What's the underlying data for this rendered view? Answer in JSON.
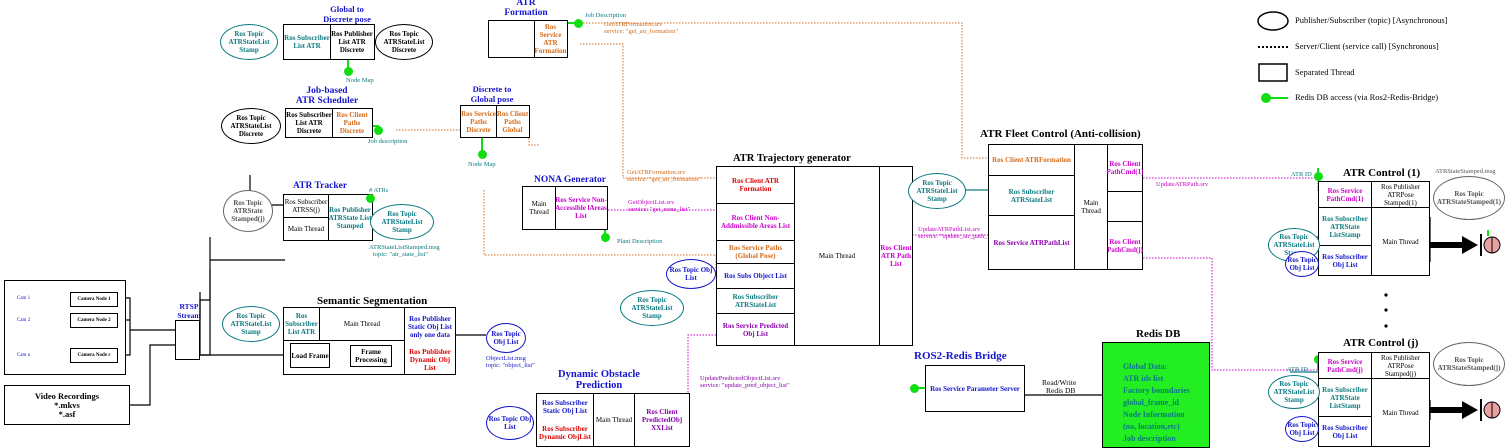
{
  "legend": {
    "pubsub": "Publisher/Subscriber (topic) [Asynchronous]",
    "service": "Server/Client (service call) [Synchronous]",
    "thread": "Separated Thread",
    "redis": "Redis DB access (via Ros2-Redis-Bridge)"
  },
  "global_to_discrete": {
    "title_1": "Global to",
    "title_2": "Discrete pose",
    "topic_in": "Ros Topic ATRStateList Stamp",
    "sub": "Ros Subscriber List ATR",
    "pub": "Ros Publisher List ATR Discrete",
    "topic_out": "Ros Topic ATRStateList Discrete",
    "node_map": "Node Map"
  },
  "job_scheduler": {
    "title_1": "Job-based",
    "title_2": "ATR Scheduler",
    "topic": "Ros Topic ATRStateList Discrete",
    "sub": "Ros Subscriber List ATR Discrete",
    "client": "Ros Client Paths Discrete",
    "job_description": "Job description"
  },
  "discrete_to_global": {
    "title_1": "Discrete to",
    "title_2": "Global pose",
    "service": "Ros Service Paths Discrete",
    "client": "Ros Client Paths Global",
    "node_map": "Node Map"
  },
  "atr_formation": {
    "title_1": "ATR",
    "title_2": "Formation",
    "service": "Ros Service ATR Formation",
    "job_description": "Job Description",
    "srv_1": "GetATRFormation.srv",
    "srv_2": "service: \"get_atr_formation\""
  },
  "atr_tracker": {
    "title": "ATR Tracker",
    "topic_in": "Ros Topic ATRState Stamped(j)",
    "sub": "Ros Subscriber ATRSS(j)",
    "main": "Main Thread",
    "pub": "Ros Publisher ATRState List Stamped",
    "topic_out": "Ros Topic ATRStateList Stamp",
    "atrs": "# ATRs",
    "msg_1": "ATRStateListStamped.msg",
    "msg_2": "topic: \"atr_state_list\""
  },
  "nona": {
    "title": "NONA Generator",
    "main": "Main Thread",
    "service": "Ros Service Non-Accessible lAreas List",
    "plant": "Plant Description",
    "srv_1": "GetObjectList.srv",
    "srv_2": "service: \"get_nona_list\""
  },
  "trajectory": {
    "title": "ATR Trajectory generator",
    "client_formation": "Ros Client ATR Formation",
    "client_nona": "Ros Client Non-Addmissible Areas List",
    "service_paths": "Ros Service Paths (Global Pose)",
    "subs_obj": "Ros Subs Object List",
    "sub_state": "Ros Subscriber ATRStateList",
    "service_pred": "Ros Service Predicted Obj List",
    "main": "Main Thread",
    "client_path": "Ros Client ATR Path List",
    "topic_obj": "Ros Topic Obj List",
    "topic_state": "Ros Topic ATRStateList Stamp",
    "formation_srv_1": "GetATRFormation.srv",
    "formation_srv_2": "service: \"get_atr_formation\"",
    "update_srv_1": "UpdateATRPathList.srv",
    "update_srv_2": "service: \"update_atr_path_list\""
  },
  "fleet": {
    "title": "ATR Fleet Control (Anti-collision)",
    "client_formation": "Ros Client ATRFormation",
    "sub_state": "Ros Subscriber ATRStateList",
    "service_path": "Ros Service ATRPathList",
    "main": "Main Thread",
    "client_1": "Ros Client PathCmd(1)",
    "client_j": "Ros Client PathCmd(j)",
    "topic": "Ros Topic ATRStateList Stamp",
    "update_srv": "UpdateATRPath.srv"
  },
  "atr_control_1": {
    "title": "ATR Control (1)",
    "atr_id": "ATR ID",
    "service": "Ros Service PathCmd(1)",
    "pub": "Ros Publisher ATRPose Stamped(1)",
    "sub_state": "Ros Subscriber ATRState ListStamp",
    "main": "Main Thread",
    "sub_obj": "Ros Subscriber Obj List",
    "topic_state": "Ros Topic ATRStateList Stamp",
    "topic_obj": "Ros Topic Obj List",
    "topic_out": "Ros Topic ATRStateStamped(1)",
    "msg": "ATRStateStamped.msg"
  },
  "atr_control_j": {
    "title": "ATR Control (j)",
    "atr_id": "ATR ID",
    "service": "Ros Service PathCmd(j)",
    "pub": "Ros Publisher ATRPose Stamped(j)",
    "sub_state": "Ros Subscriber ATRState ListStamp",
    "main": "Main Thread",
    "sub_obj": "Ros Subscriber Obj List",
    "topic_state": "Ros Topic ATRStateList Stamp",
    "topic_obj": "Ros Topic Obj List",
    "topic_out": "Ros Topic ATRStateStamped(j)"
  },
  "semantic": {
    "title": "Semantic Segmentation",
    "topic_in": "Ros Topic ATRStateList Stamp",
    "sub": "Ros Subscriber List ATR",
    "main": "Main Thread",
    "pub": "Ros Publisher Static Obj List only one data",
    "pub_dyn": "Ros Publisher Dynamic Obj List",
    "load": "Load Frame",
    "frame": "Frame Processing",
    "topic_out": "Ros Topic Obj List",
    "msg_1": "ObjectList.msg",
    "msg_2": "topic: \"object_list\""
  },
  "rtsp": {
    "title_1": "RTSP",
    "title_2": "Stream",
    "cams": [
      "Cam 1",
      "Cam 2",
      "Cam n"
    ],
    "nodes": [
      "Camera Node 1",
      "Camera Node 2",
      "Camera Node r"
    ],
    "video_1": "Video Recordings",
    "video_2": "*.mkvs",
    "video_3": "*.asf"
  },
  "dop": {
    "title_1": "Dynamic Obstacle",
    "title_2": "Prediction",
    "topic": "Ros Topic Obj List",
    "sub_static": "Ros Subscriber Static Obj List",
    "sub_dyn": "Ros Subscriber Dynamic ObjList",
    "main": "Main Thread",
    "client": "Ros Client PredictedObj XXList",
    "srv_1": "UpdatePredictedObjectList.srv",
    "srv_2": "service: \"update_pred_object_list\""
  },
  "bridge": {
    "title": "ROS2-Redis Bridge",
    "service": "Ros Service Parameter Server",
    "rw_1": "Read/Write",
    "rw_2": "Redis DB"
  },
  "redis": {
    "title": "Redis DB",
    "lines": [
      "Global Data:",
      "ATR ids list",
      "Factory boundaries",
      "global_frame_id",
      "Node Information",
      "(no, location,etc)",
      "Job description"
    ],
    "fill": "#22ee22"
  },
  "colors": {
    "teal": "#0a7a80",
    "orange": "#d46a1a",
    "magenta": "#cc00cc",
    "blue": "#1515cc",
    "red": "#dd0000",
    "green": "#11dd11"
  }
}
